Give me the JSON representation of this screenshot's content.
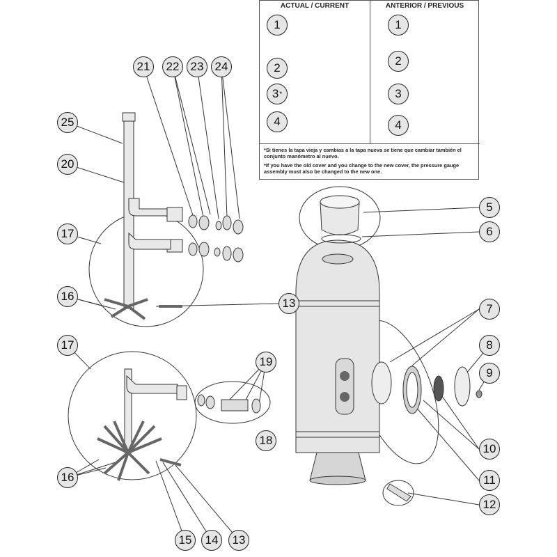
{
  "inset": {
    "current_label": "ACTUAL / CURRENT",
    "previous_label": "ANTERIOR / PREVIOUS",
    "note_es": "*Si tienes la tapa vieja y cambias a la tapa nueva se tiene que cambiar también el conjunto manómetro al nuevo.",
    "note_en": "*If you have the old cover and you change to the new cover, the pressure gauge assembly must also be changed to the new one."
  },
  "callouts": {
    "current_1": "1",
    "current_2": "2",
    "current_3": "3",
    "current_3_mark": "*",
    "current_4": "4",
    "previous_1": "1",
    "previous_2": "2",
    "previous_3": "3",
    "previous_4": "4",
    "c5": "5",
    "c6": "6",
    "c7": "7",
    "c8": "8",
    "c9": "9",
    "c10": "10",
    "c11": "11",
    "c12": "12",
    "c13_upper": "13",
    "c13_lower": "13",
    "c14": "14",
    "c15": "15",
    "c16_upper": "16",
    "c16_lower": "16",
    "c17_upper": "17",
    "c17_lower": "17",
    "c18": "18",
    "c19": "19",
    "c20": "20",
    "c21": "21",
    "c22": "22",
    "c23": "23",
    "c24": "24",
    "c25": "25"
  },
  "colors": {
    "line": "#333333",
    "fill": "#e6e6e6",
    "part_light": "#eeeeee",
    "part_dark": "#555555"
  }
}
